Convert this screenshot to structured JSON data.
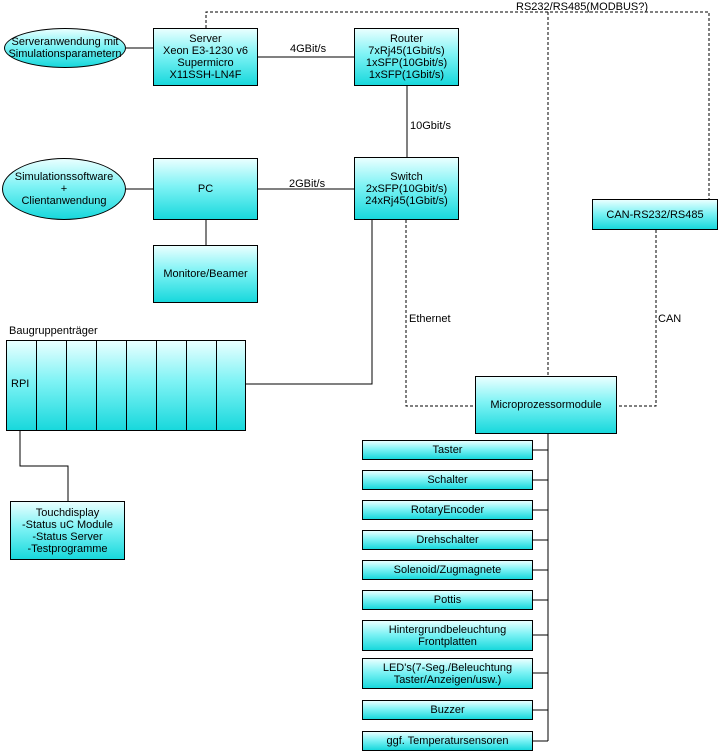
{
  "ellipses": {
    "server_app": [
      "Serveranwendung mit",
      "Simulationsparametern"
    ],
    "sim_software": [
      "Simulationssoftware",
      "+",
      "Clientanwendung"
    ]
  },
  "nodes": {
    "server": [
      "Server",
      "Xeon E3-1230 v6",
      "Supermicro",
      "X11SSH-LN4F"
    ],
    "router": [
      "Router",
      "7xRj45(1Gbit/s)",
      "1xSFP(10Gbit/s)",
      "1xSFP(1Gbit/s)"
    ],
    "pc": [
      "PC"
    ],
    "switch": [
      "Switch",
      "2xSFP(10Gbit/s)",
      "24xRj45(1Gbit/s)"
    ],
    "monitors": [
      "Monitore/Beamer"
    ],
    "can_converter": [
      "CAN-RS232/RS485"
    ],
    "microprocessor": [
      "Microprozessormodule"
    ],
    "touchdisplay": [
      "Touchdisplay",
      "-Status uC Module",
      "-Status Server",
      "-Testprogramme"
    ]
  },
  "rack": {
    "title": "Baugruppenträger",
    "first_slot": "RPI"
  },
  "connections": {
    "server_router": "4GBit/s",
    "router_switch": "10Gbit/s",
    "pc_switch": "2GBit/s",
    "ethernet": "Ethernet",
    "can": "CAN",
    "rs232": "RS232/RS485(MODBUS?)"
  },
  "modules": [
    [
      "Taster"
    ],
    [
      "Schalter"
    ],
    [
      "RotaryEncoder"
    ],
    [
      "Drehschalter"
    ],
    [
      "Solenoid/Zugmagnete"
    ],
    [
      "Pottis"
    ],
    [
      "Hintergrundbeleuchtung",
      "Frontplatten"
    ],
    [
      "LED's(7-Seg./Beleuchtung",
      "Taster/Anzeigen/usw.)"
    ],
    [
      "Buzzer"
    ],
    [
      "ggf. Temperatursensoren"
    ]
  ],
  "colors": {
    "box_fill_top": "#e9ffff",
    "box_fill_bottom": "#18d8dc",
    "line": "#000000"
  }
}
